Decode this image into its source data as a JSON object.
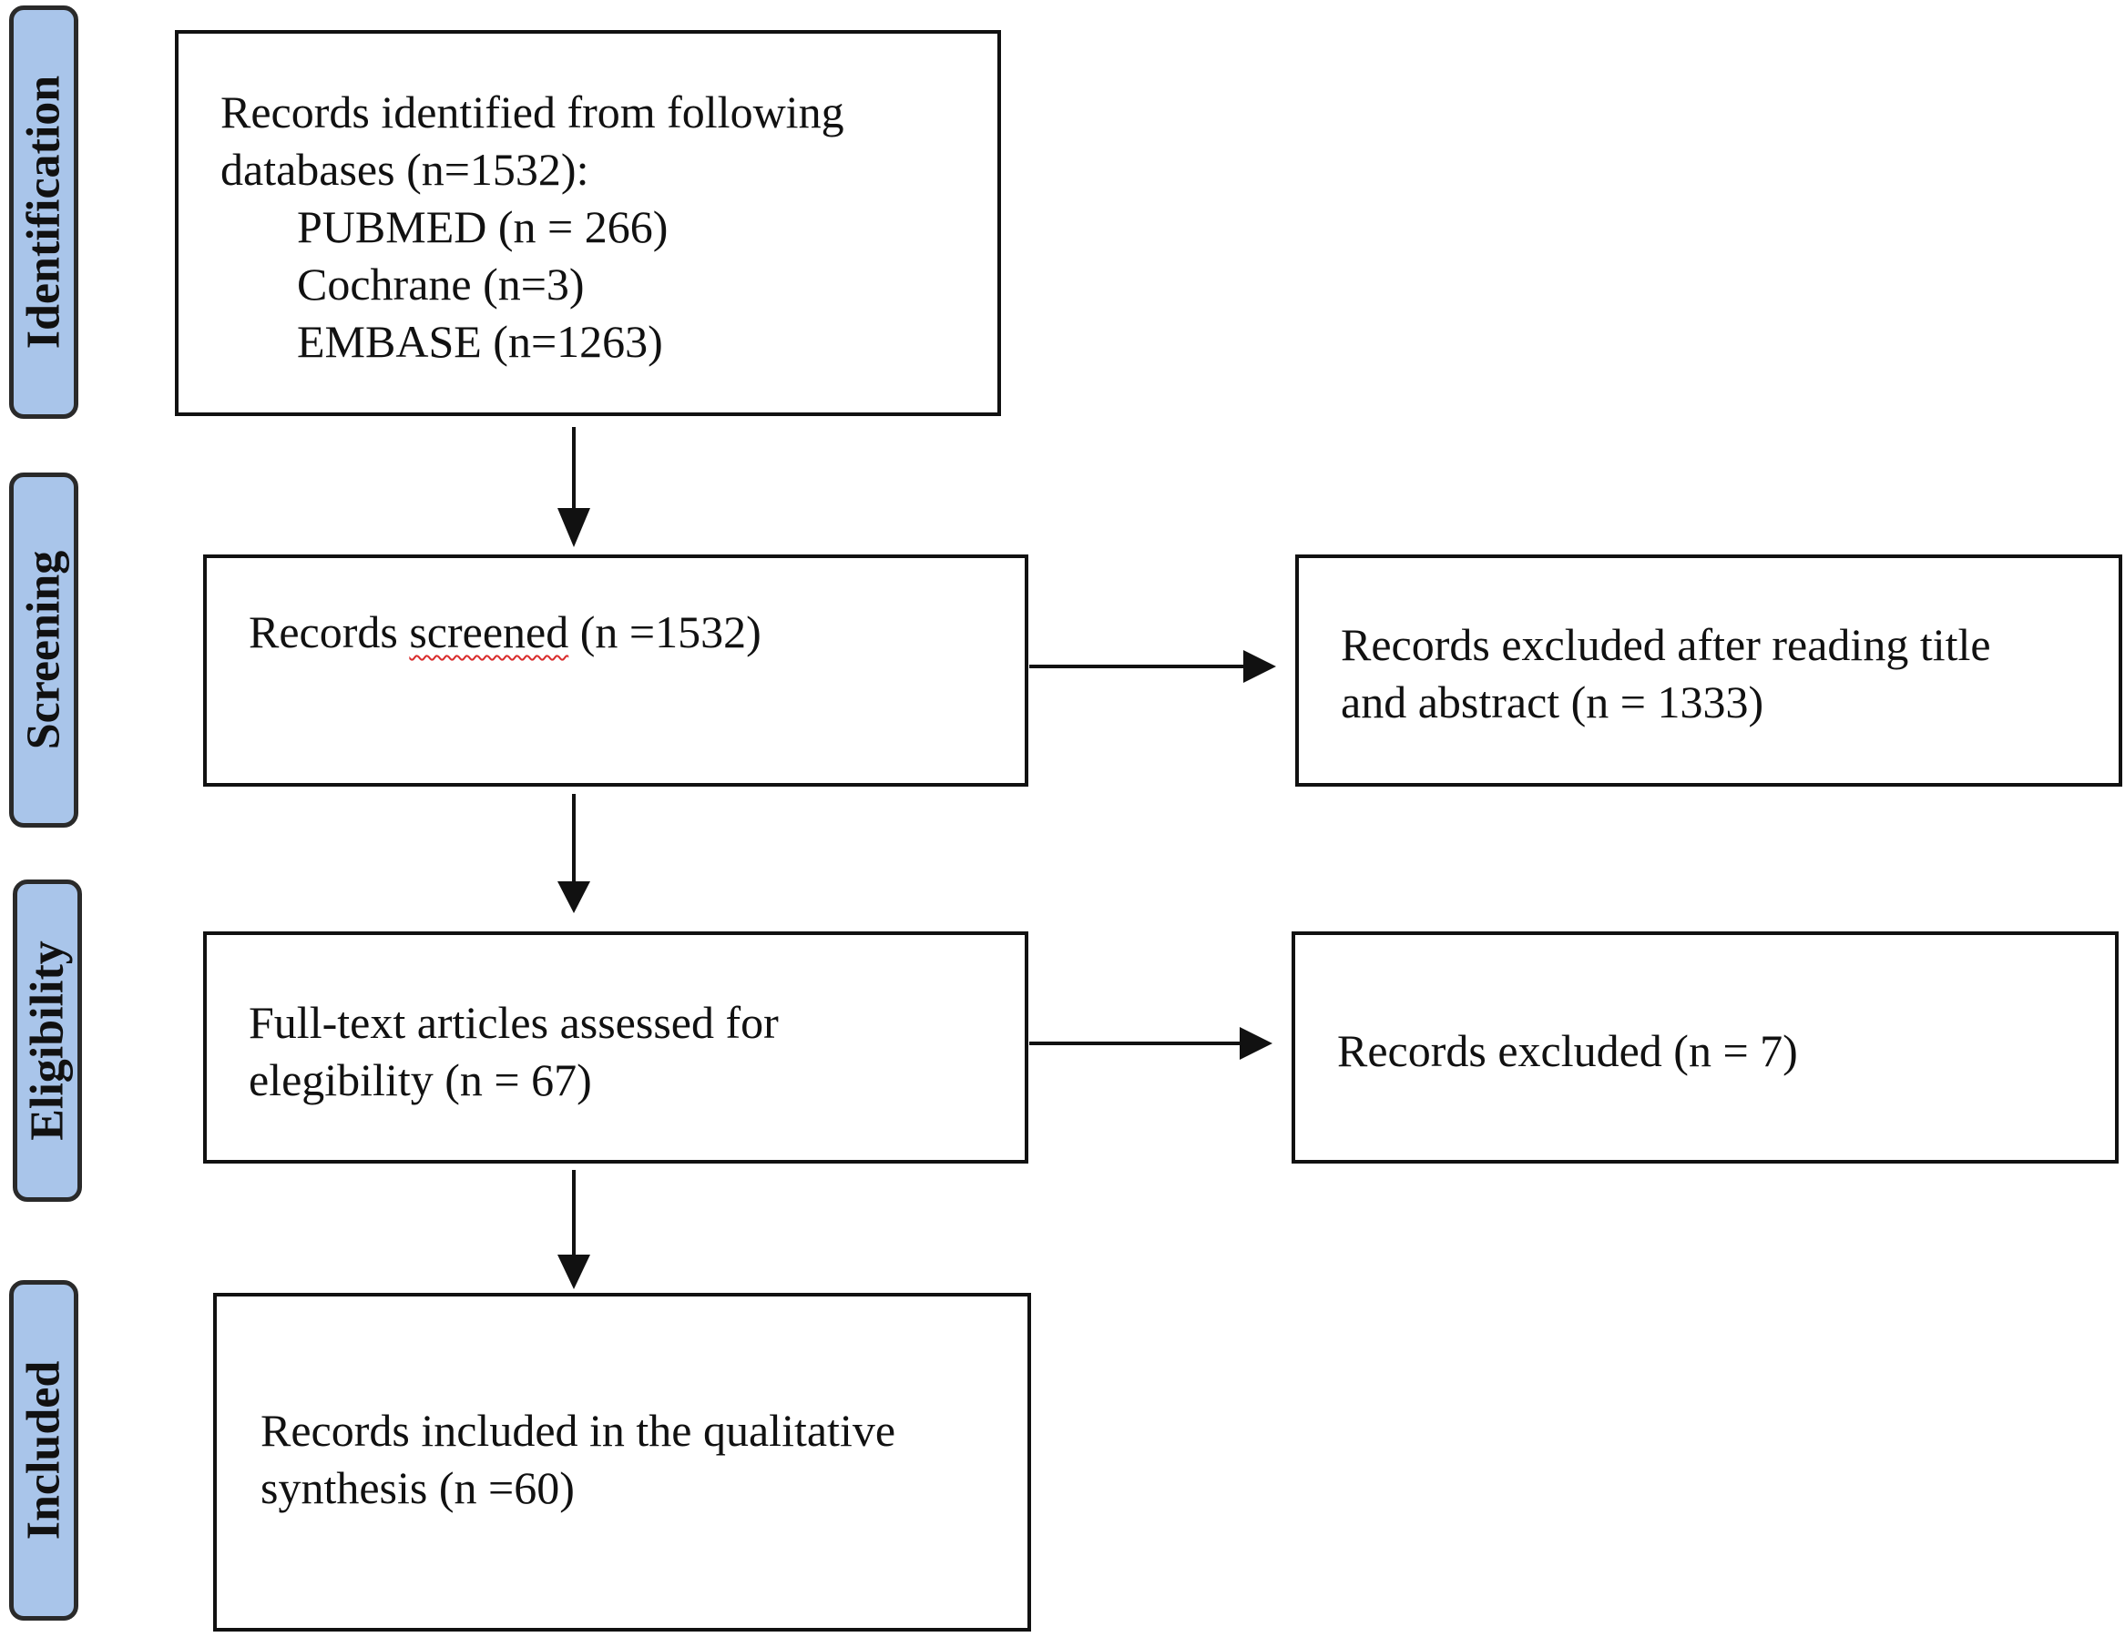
{
  "stages": {
    "identification": "Identification",
    "screening": "Screening",
    "eligibility": "Eligibility",
    "included": "Included"
  },
  "identification": {
    "intro_line1": "Records identified from following",
    "intro_line2": "databases (n=1532):",
    "databases": [
      "PUBMED (n = 266)",
      "Cochrane (n=3)",
      "EMBASE (n=1263)"
    ]
  },
  "screening": {
    "prefix": "Records ",
    "keyword": "screened",
    "suffix": " (n =1532)",
    "excluded_line1": "Records excluded after reading title",
    "excluded_line2": "and abstract (n = 1333)"
  },
  "eligibility": {
    "line1": "Full-text articles assessed for",
    "line2": "elegibility (n = 67)",
    "excluded": "Records excluded (n = 7)"
  },
  "included": {
    "line1": "Records included in the qualitative",
    "line2": "synthesis (n =60)"
  },
  "colors": {
    "stage_fill": "#a9c5ea",
    "border": "#111111",
    "spellcheck_underline": "#d92b2b"
  }
}
